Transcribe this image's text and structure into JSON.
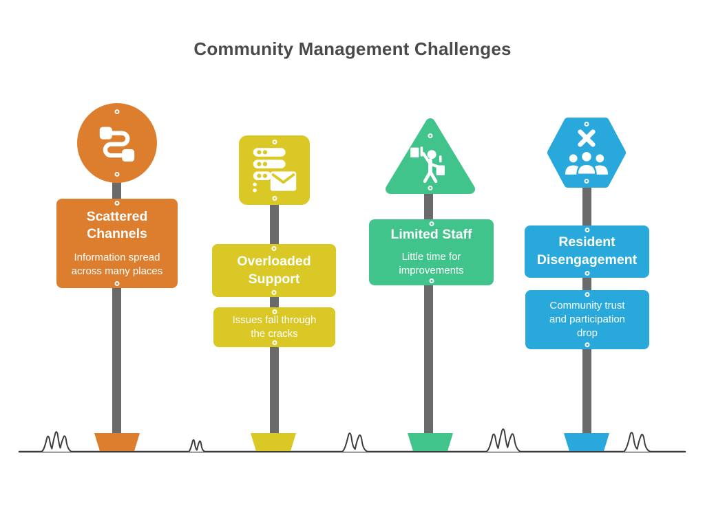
{
  "title": "Community Management Challenges",
  "challenges": [
    {
      "id": "scattered-channels",
      "title": "Scattered Channels",
      "subtitle": "Information spread across many places",
      "icon": "route-icon",
      "badge_shape": "circle",
      "color": "#DD7E2F"
    },
    {
      "id": "overloaded-support",
      "title": "Overloaded Support",
      "subtitle": "Issues fall through the cracks",
      "icon": "server-mail-icon",
      "badge_shape": "rounded-square",
      "color": "#D9C826"
    },
    {
      "id": "limited-staff",
      "title": "Limited Staff",
      "subtitle": "Little time for improvements",
      "icon": "busy-worker-icon",
      "badge_shape": "triangle",
      "color": "#41C38C"
    },
    {
      "id": "resident-disengagement",
      "title": "Resident Disengagement",
      "subtitle": "Community trust and participation drop",
      "icon": "disengaged-people-icon",
      "badge_shape": "hexagon",
      "color": "#29A8DC"
    }
  ],
  "theme": {
    "background": "#FFFFFF",
    "title_color": "#4A4A4A",
    "pole_color": "#6A6A6A",
    "ground_color": "#3C3C3C",
    "sign_text_color": "#FFFFFF"
  }
}
